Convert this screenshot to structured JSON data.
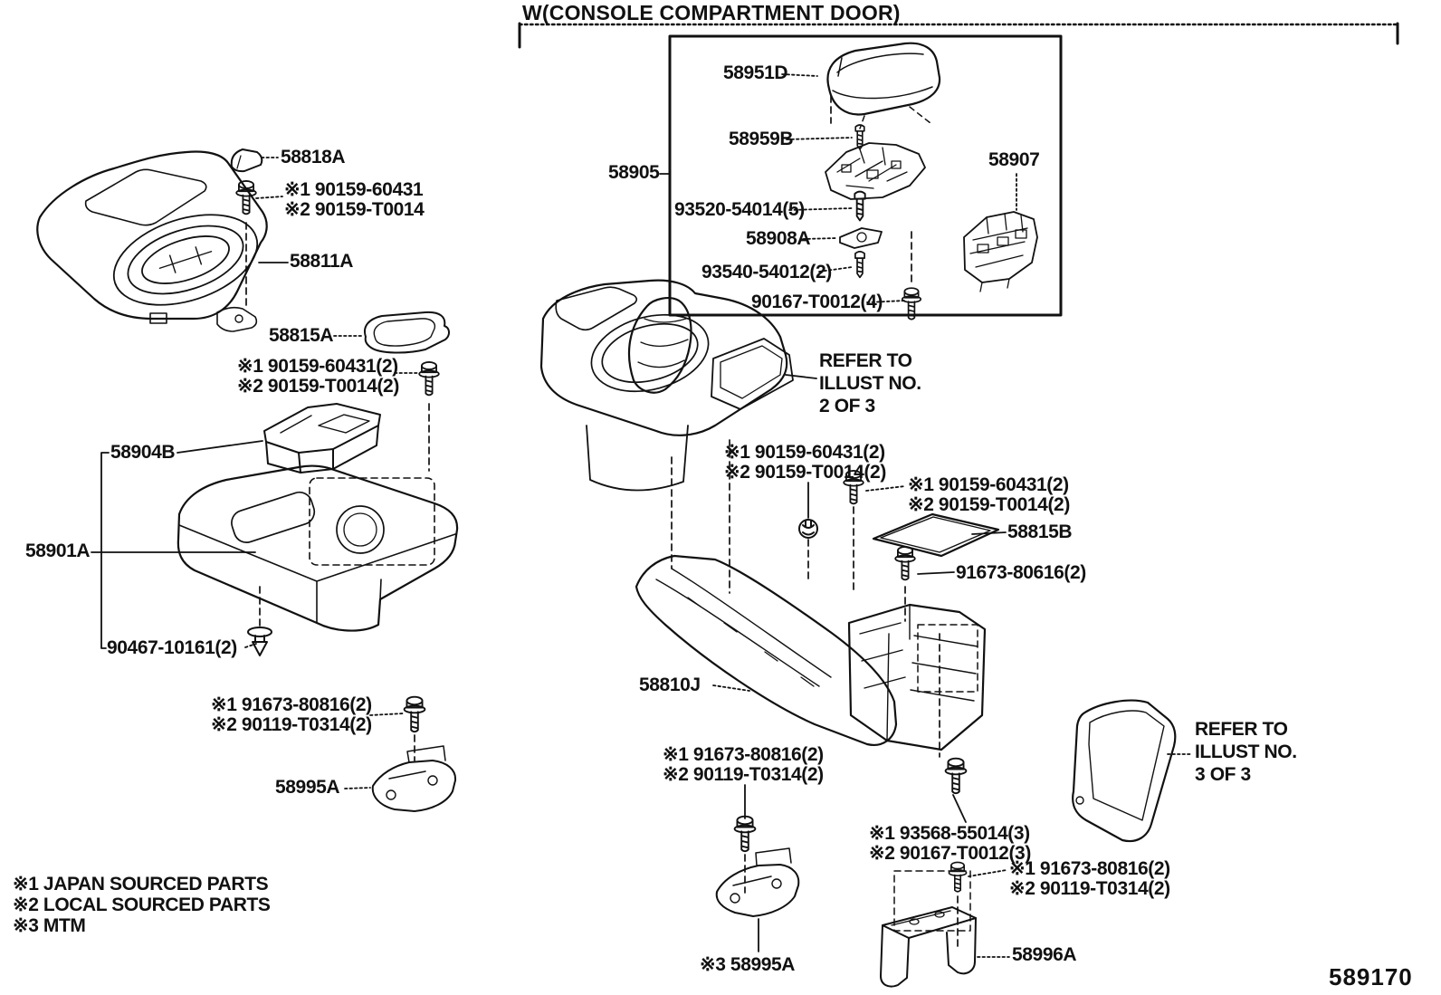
{
  "diagram": {
    "title": "W(CONSOLE COMPARTMENT DOOR)",
    "figure_number": "589170",
    "legend": [
      "※1 JAPAN SOURCED PARTS",
      "※2 LOCAL SOURCED PARTS",
      "※3 MTM"
    ],
    "refs": {
      "r2": [
        "REFER TO",
        "ILLUST NO.",
        "2 OF 3"
      ],
      "r3": [
        "REFER TO",
        "ILLUST NO.",
        "3 OF 3"
      ]
    },
    "labels": {
      "p58818a": "58818A",
      "screw1a": "※1 90159-60431",
      "screw1b": "※2 90159-T0014",
      "p58811a": "58811A",
      "p58815a": "58815A",
      "screw2a": "※1 90159-60431(2)",
      "screw2b": "※2 90159-T0014(2)",
      "p58904b": "58904B",
      "p58901a": "58901A",
      "p90467": "90467-10161(2)",
      "screw3a": "※1 91673-80816(2)",
      "screw3b": "※2 90119-T0314(2)",
      "p58995a_left": "58995A",
      "p58905": "58905",
      "p58951d": "58951D",
      "p58959b": "58959B",
      "p58907": "58907",
      "p93520": "93520-54014(5)",
      "p58908a": "58908A",
      "p93540": "93540-54012(2)",
      "p90167_4": "90167-T0012(4)",
      "screw4a": "※1 90159-60431(2)",
      "screw4b": "※2 90159-T0014(2)",
      "screw5a": "※1 90159-60431(2)",
      "screw5b": "※2 90159-T0014(2)",
      "p58815b": "58815B",
      "p91673_80616": "91673-80616(2)",
      "p58810j": "58810J",
      "screw6a": "※1 91673-80816(2)",
      "screw6b": "※2 90119-T0314(2)",
      "p93568a": "※1 93568-55014(3)",
      "p93568b": "※2 90167-T0012(3)",
      "screw7a": "※1 91673-80816(2)",
      "screw7b": "※2 90119-T0314(2)",
      "p58995a_center": "※3 58995A",
      "p58996a": "58996A"
    }
  }
}
